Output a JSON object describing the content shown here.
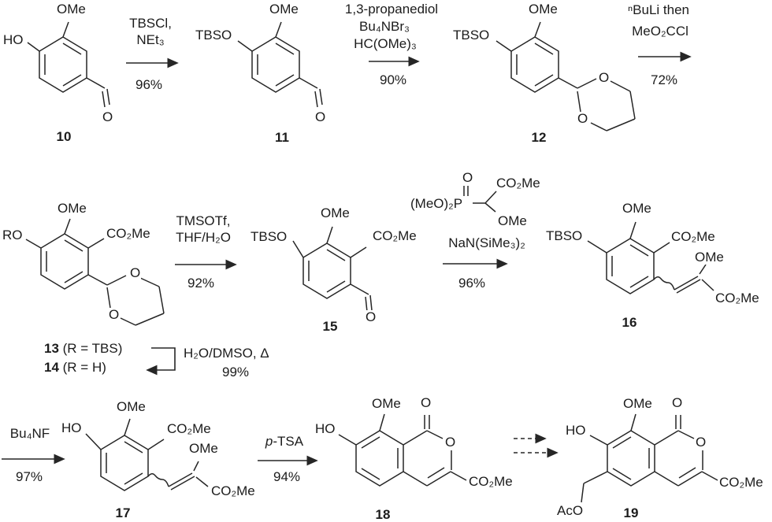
{
  "compounds": {
    "c10": {
      "ho": "HO",
      "ome": "OMe",
      "o": "O",
      "num": "10"
    },
    "c11": {
      "tbso": "TBSO",
      "ome": "OMe",
      "o": "O",
      "num": "11"
    },
    "c12": {
      "tbso": "TBSO",
      "ome": "OMe",
      "o1": "O",
      "o2": "O",
      "num": "12"
    },
    "c13": {
      "ro": "RO",
      "ome": "OMe",
      "co2me": "CO₂Me",
      "o1": "O",
      "o2": "O"
    },
    "c13_label": {
      "num": "13",
      "rest": " (R = TBS)"
    },
    "c14_label": {
      "num": "14",
      "rest": " (R = H)"
    },
    "c15": {
      "tbso": "TBSO",
      "ome": "OMe",
      "co2me": "CO₂Me",
      "o": "O",
      "num": "15"
    },
    "c16": {
      "tbso": "TBSO",
      "ome": "OMe",
      "co2me": "CO₂Me",
      "ome2": "OMe",
      "co2me2": "CO₂Me",
      "num": "16"
    },
    "c17": {
      "ho": "HO",
      "ome": "OMe",
      "co2me": "CO₂Me",
      "ome2": "OMe",
      "co2me2": "CO₂Me",
      "num": "17"
    },
    "c18": {
      "ho": "HO",
      "ome": "OMe",
      "o_carbonyl": "O",
      "o_ring": "O",
      "co2me": "CO₂Me",
      "num": "18"
    },
    "c19": {
      "ho": "HO",
      "ome": "OMe",
      "o_carbonyl": "O",
      "o_ring": "O",
      "co2me": "CO₂Me",
      "aco": "AcO",
      "num": "19"
    }
  },
  "reagent_phosphonate": {
    "body": "(MeO)₂P",
    "o": "O",
    "co2me": "CO₂Me",
    "ome": "OMe"
  },
  "arrows": {
    "a1": {
      "l1": "TBSCl,",
      "l2": "NEt₃",
      "yield": "96%"
    },
    "a2": {
      "l1": "1,3-propanediol",
      "l2": "Bu₄NBr₃",
      "l3": "HC(OMe)₃",
      "yield": "90%"
    },
    "a3": {
      "l1": "ⁿBuLi then",
      "l2": "MeO₂CCl",
      "yield": "72%"
    },
    "a4": {
      "l1": "H₂O/DMSO, Δ",
      "yield": "99%"
    },
    "a5": {
      "l1": "TMSOTf,",
      "l2": "THF/H₂O",
      "yield": "92%"
    },
    "a6": {
      "l1": "NaN(SiMe₃)₂",
      "yield": "96%"
    },
    "a7": {
      "l1": "Bu₄NF",
      "yield": "97%"
    },
    "a8": {
      "italic": "p",
      "rest": "-TSA",
      "yield": "94%"
    }
  }
}
